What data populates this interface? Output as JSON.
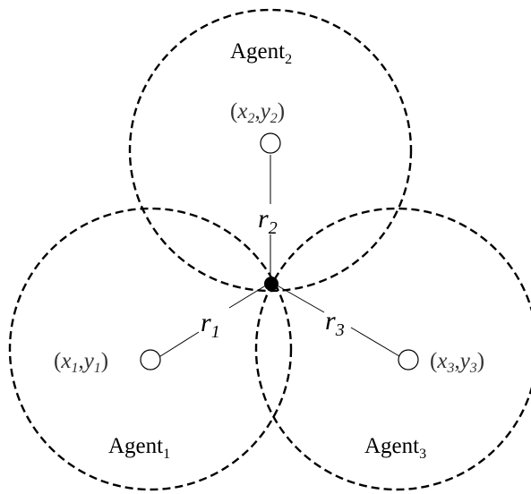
{
  "agents": [
    {
      "name": "Agent",
      "sub": "1",
      "coord": {
        "x": "x",
        "xs": "1",
        "y": "y",
        "ys": "1"
      },
      "range": {
        "r": "r",
        "rs": "1"
      }
    },
    {
      "name": "Agent",
      "sub": "2",
      "coord": {
        "x": "x",
        "xs": "2",
        "y": "y",
        "ys": "2"
      },
      "range": {
        "r": "r",
        "rs": "2"
      }
    },
    {
      "name": "Agent",
      "sub": "3",
      "coord": {
        "x": "x",
        "xs": "3",
        "y": "y",
        "ys": "3"
      },
      "range": {
        "r": "r",
        "rs": "3"
      }
    }
  ],
  "punct": {
    "open": "(",
    "comma": ",",
    "close": ")"
  },
  "colors": {
    "stroke": "#000000",
    "coord_text": "#333333"
  }
}
